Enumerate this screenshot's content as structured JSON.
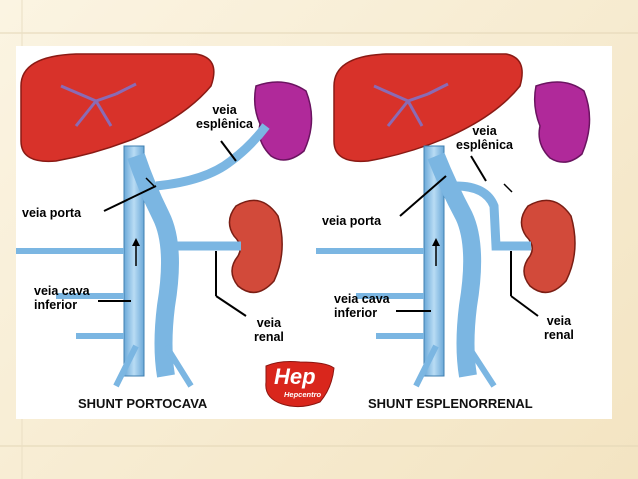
{
  "left": {
    "veia_esplenica": [
      "veia",
      "esplênica"
    ],
    "veia_porta": "veia porta",
    "veia_cava_inferior": [
      "veia cava",
      "inferior"
    ],
    "veia_renal": [
      "veia",
      "renal"
    ],
    "caption": "SHUNT PORTOCAVA"
  },
  "right": {
    "veia_esplenica": [
      "veia",
      "esplênica"
    ],
    "veia_porta": "veia porta",
    "veia_cava_inferior": [
      "veia cava",
      "inferior"
    ],
    "veia_renal": [
      "veia",
      "renal"
    ],
    "caption": "SHUNT ESPLENORRENAL"
  },
  "logo": {
    "main": "Hep",
    "sub": "Hepcentro"
  },
  "colors": {
    "liver": "#d8322a",
    "spleen": "#b0299a",
    "kidney": "#d24a3a",
    "vein": "#8fc3e8",
    "logo": "#d9261c",
    "background": "#f6ead0"
  }
}
